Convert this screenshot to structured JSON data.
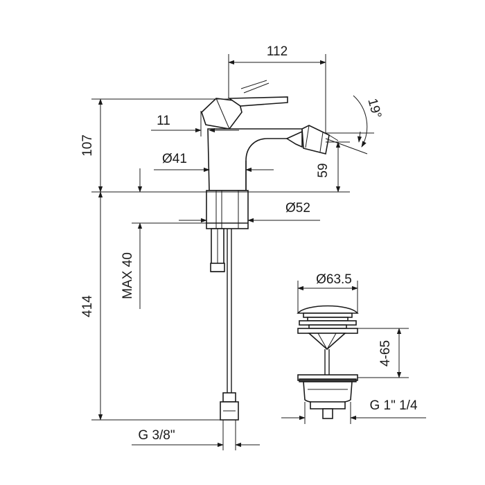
{
  "colors": {
    "line": "#1a1a1a",
    "background": "#ffffff",
    "dark_fill": "#3a3a3a"
  },
  "dimensions": {
    "spout_reach": "112",
    "spout_angle": "19°",
    "body_height": "107",
    "handle_offset": "11",
    "body_diameter": "Ø41",
    "outlet_height": "59",
    "base_diameter": "Ø52",
    "max_deck_thickness": "MAX 40",
    "total_length": "414",
    "supply_connection": "G 3/8\"",
    "waste_diameter": "Ø63.5",
    "waste_range": "4-65",
    "waste_thread": "G 1\" 1/4"
  }
}
